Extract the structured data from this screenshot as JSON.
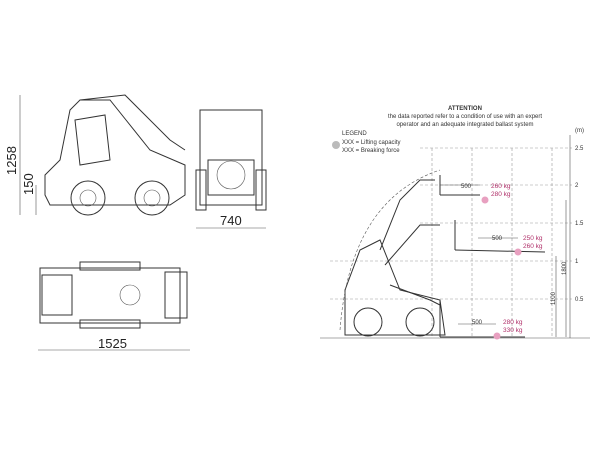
{
  "dimensions": {
    "height_total": "1258",
    "ground_clearance": "150",
    "width": "740",
    "length": "1525"
  },
  "attention": {
    "title": "ATTENTION",
    "line1": "the data reported refer to a condition of use with an expert",
    "line2": "operator and an adequate integrated ballast system"
  },
  "legend": {
    "title": "LEGEND",
    "lifting": "XXX = Lifting capacity",
    "breaking": "XXX = Breaking force"
  },
  "chart": {
    "unit": "(m)",
    "y_ticks": [
      "2.5",
      "2",
      "1.5",
      "1",
      "0.5"
    ],
    "loads": [
      {
        "reach": "500",
        "lifting": "260 kg",
        "breaking": "280 kg"
      },
      {
        "reach": "500",
        "lifting": "250 kg",
        "breaking": "260 kg"
      },
      {
        "reach": "500",
        "lifting": "280 kg",
        "breaking": "330 kg"
      }
    ],
    "height_mid": "1100",
    "height_max": "1800"
  },
  "colors": {
    "load_text": "#b0306a",
    "line": "#333333"
  }
}
